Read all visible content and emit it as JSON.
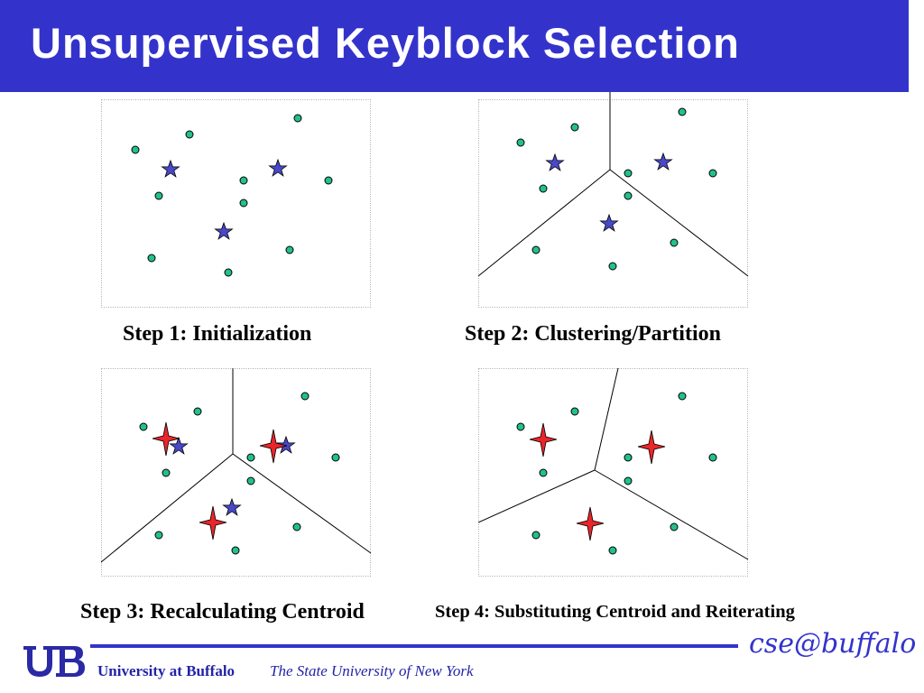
{
  "title": "Unsupervised Keyblock Selection",
  "captions": {
    "step1": "Step 1: Initialization",
    "step2": "Step 2: Clustering/Partition",
    "step3": "Step 3: Recalculating Centroid",
    "step4": "Step 4: Substituting Centroid and Reiterating"
  },
  "footer": {
    "university": "University at Buffalo",
    "subtitle": "The State University of  New York",
    "logo_text": "cse@buffalo"
  },
  "colors": {
    "title_bar": "#3333cc",
    "point_fill": "#22c18a",
    "star_fill": "#4848c8",
    "centroid_fill": "#e8262b",
    "footer_text": "#2323a8"
  }
}
